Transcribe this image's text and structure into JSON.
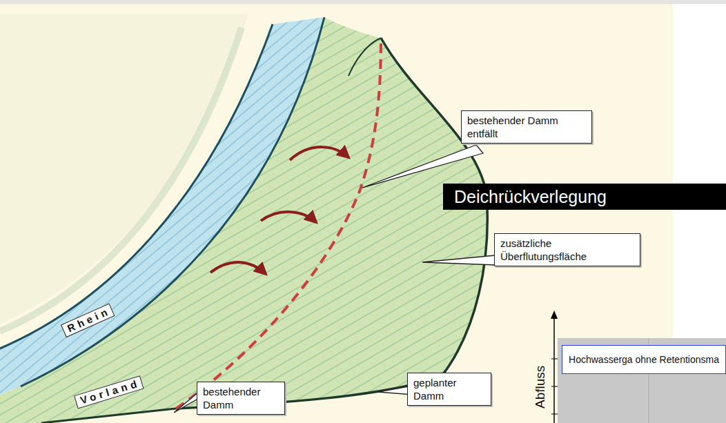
{
  "diagram": {
    "nodes": [
      {
        "text": [
          "bestehender Damm entfällt"
        ]
      },
      {
        "text": [
          "Deichrückverlegung"
        ]
      },
      {
        "text": [
          "zusätzliche Überflutungsfläche"
        ]
      },
      {
        "text": [
          "geplanter Damm"
        ]
      },
      {
        "text": [
          "bestehender Damm"
        ]
      },
      {
        "text": [
          "Hochwasserga ohne Retentionsma"
        ]
      }
    ],
    "labels": [
      "Rhein",
      "Vorland",
      "Abfluss"
    ]
  }
}
